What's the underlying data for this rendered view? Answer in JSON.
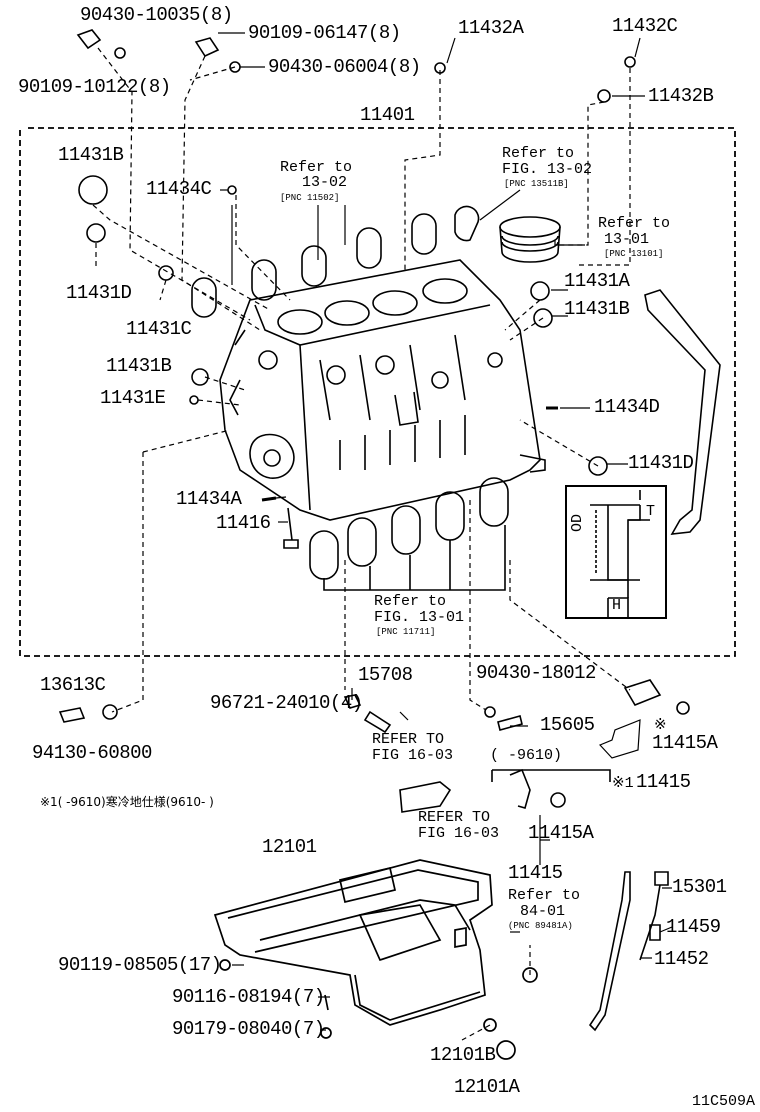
{
  "labels": {
    "p90430_10035": "90430-10035(8)",
    "p90109_06147": "90109-06147(8)",
    "p90109_10122": "90109-10122(8)",
    "p90430_06004": "90430-06004(8)",
    "p11432a": "11432A",
    "p11432c": "11432C",
    "p11432b": "11432B",
    "p11401": "11401",
    "p11431b_top": "11431B",
    "p11434c": "11434C",
    "p11431d_left": "11431D",
    "p11431c": "11431C",
    "p11431b_mid": "11431B",
    "p11431e": "11431E",
    "p11431a": "11431A",
    "p11431b_right": "11431B",
    "p11434d": "11434D",
    "p11431d_right": "11431D",
    "p11434a": "11434A",
    "p11416": "11416",
    "p13613c": "13613C",
    "p94130_60800": "94130-60800",
    "p15708": "15708",
    "p96721_24010": "96721-24010(4)",
    "p90430_18012": "90430-18012",
    "p15605": "15605",
    "p11415a_top": "11415A",
    "p11415_right": "11415",
    "p11415a_bottom": "11415A",
    "p11415_bottom": "11415",
    "p12101": "12101",
    "p15301": "15301",
    "p11459": "11459",
    "p11452": "11452",
    "p90119_08505": "90119-08505(17)",
    "p90116_08194": "90116-08194(7)",
    "p90179_08040": "90179-08040(7)",
    "p12101b": "12101B",
    "p12101a": "12101A",
    "diagram_code": "11C509A"
  },
  "references": {
    "r1_line1": "Refer to",
    "r1_line2": "13-02",
    "r1_pnc": "[PNC 11502]",
    "r2_line1": "Refer to",
    "r2_line2": "FIG. 13-02",
    "r2_pnc": "[PNC 13511B]",
    "r3_line1": "Refer to",
    "r3_line2": "13-01",
    "r3_pnc": "[PNC 13101]",
    "r4_line1": "Refer to",
    "r4_line2": "FIG. 13-01",
    "r4_pnc": "[PNC 11711]",
    "r5_line1": "REFER TO",
    "r5_line2": "FIG 16-03",
    "r6_line1": "REFER TO",
    "r6_line2": "FIG 16-03",
    "r7_line1": "Refer to",
    "r7_line2": "84-01",
    "r7_pnc": "(PNC 89481A)"
  },
  "notes": {
    "range_bracket": "(      -9610)",
    "footnote": "※1(      -9610)寒冷地仕様(9610-      )",
    "mark_top": "※",
    "mark_right": "※1"
  },
  "inset": {
    "od_label": "OD",
    "t_label": "T",
    "h_label": "H"
  }
}
